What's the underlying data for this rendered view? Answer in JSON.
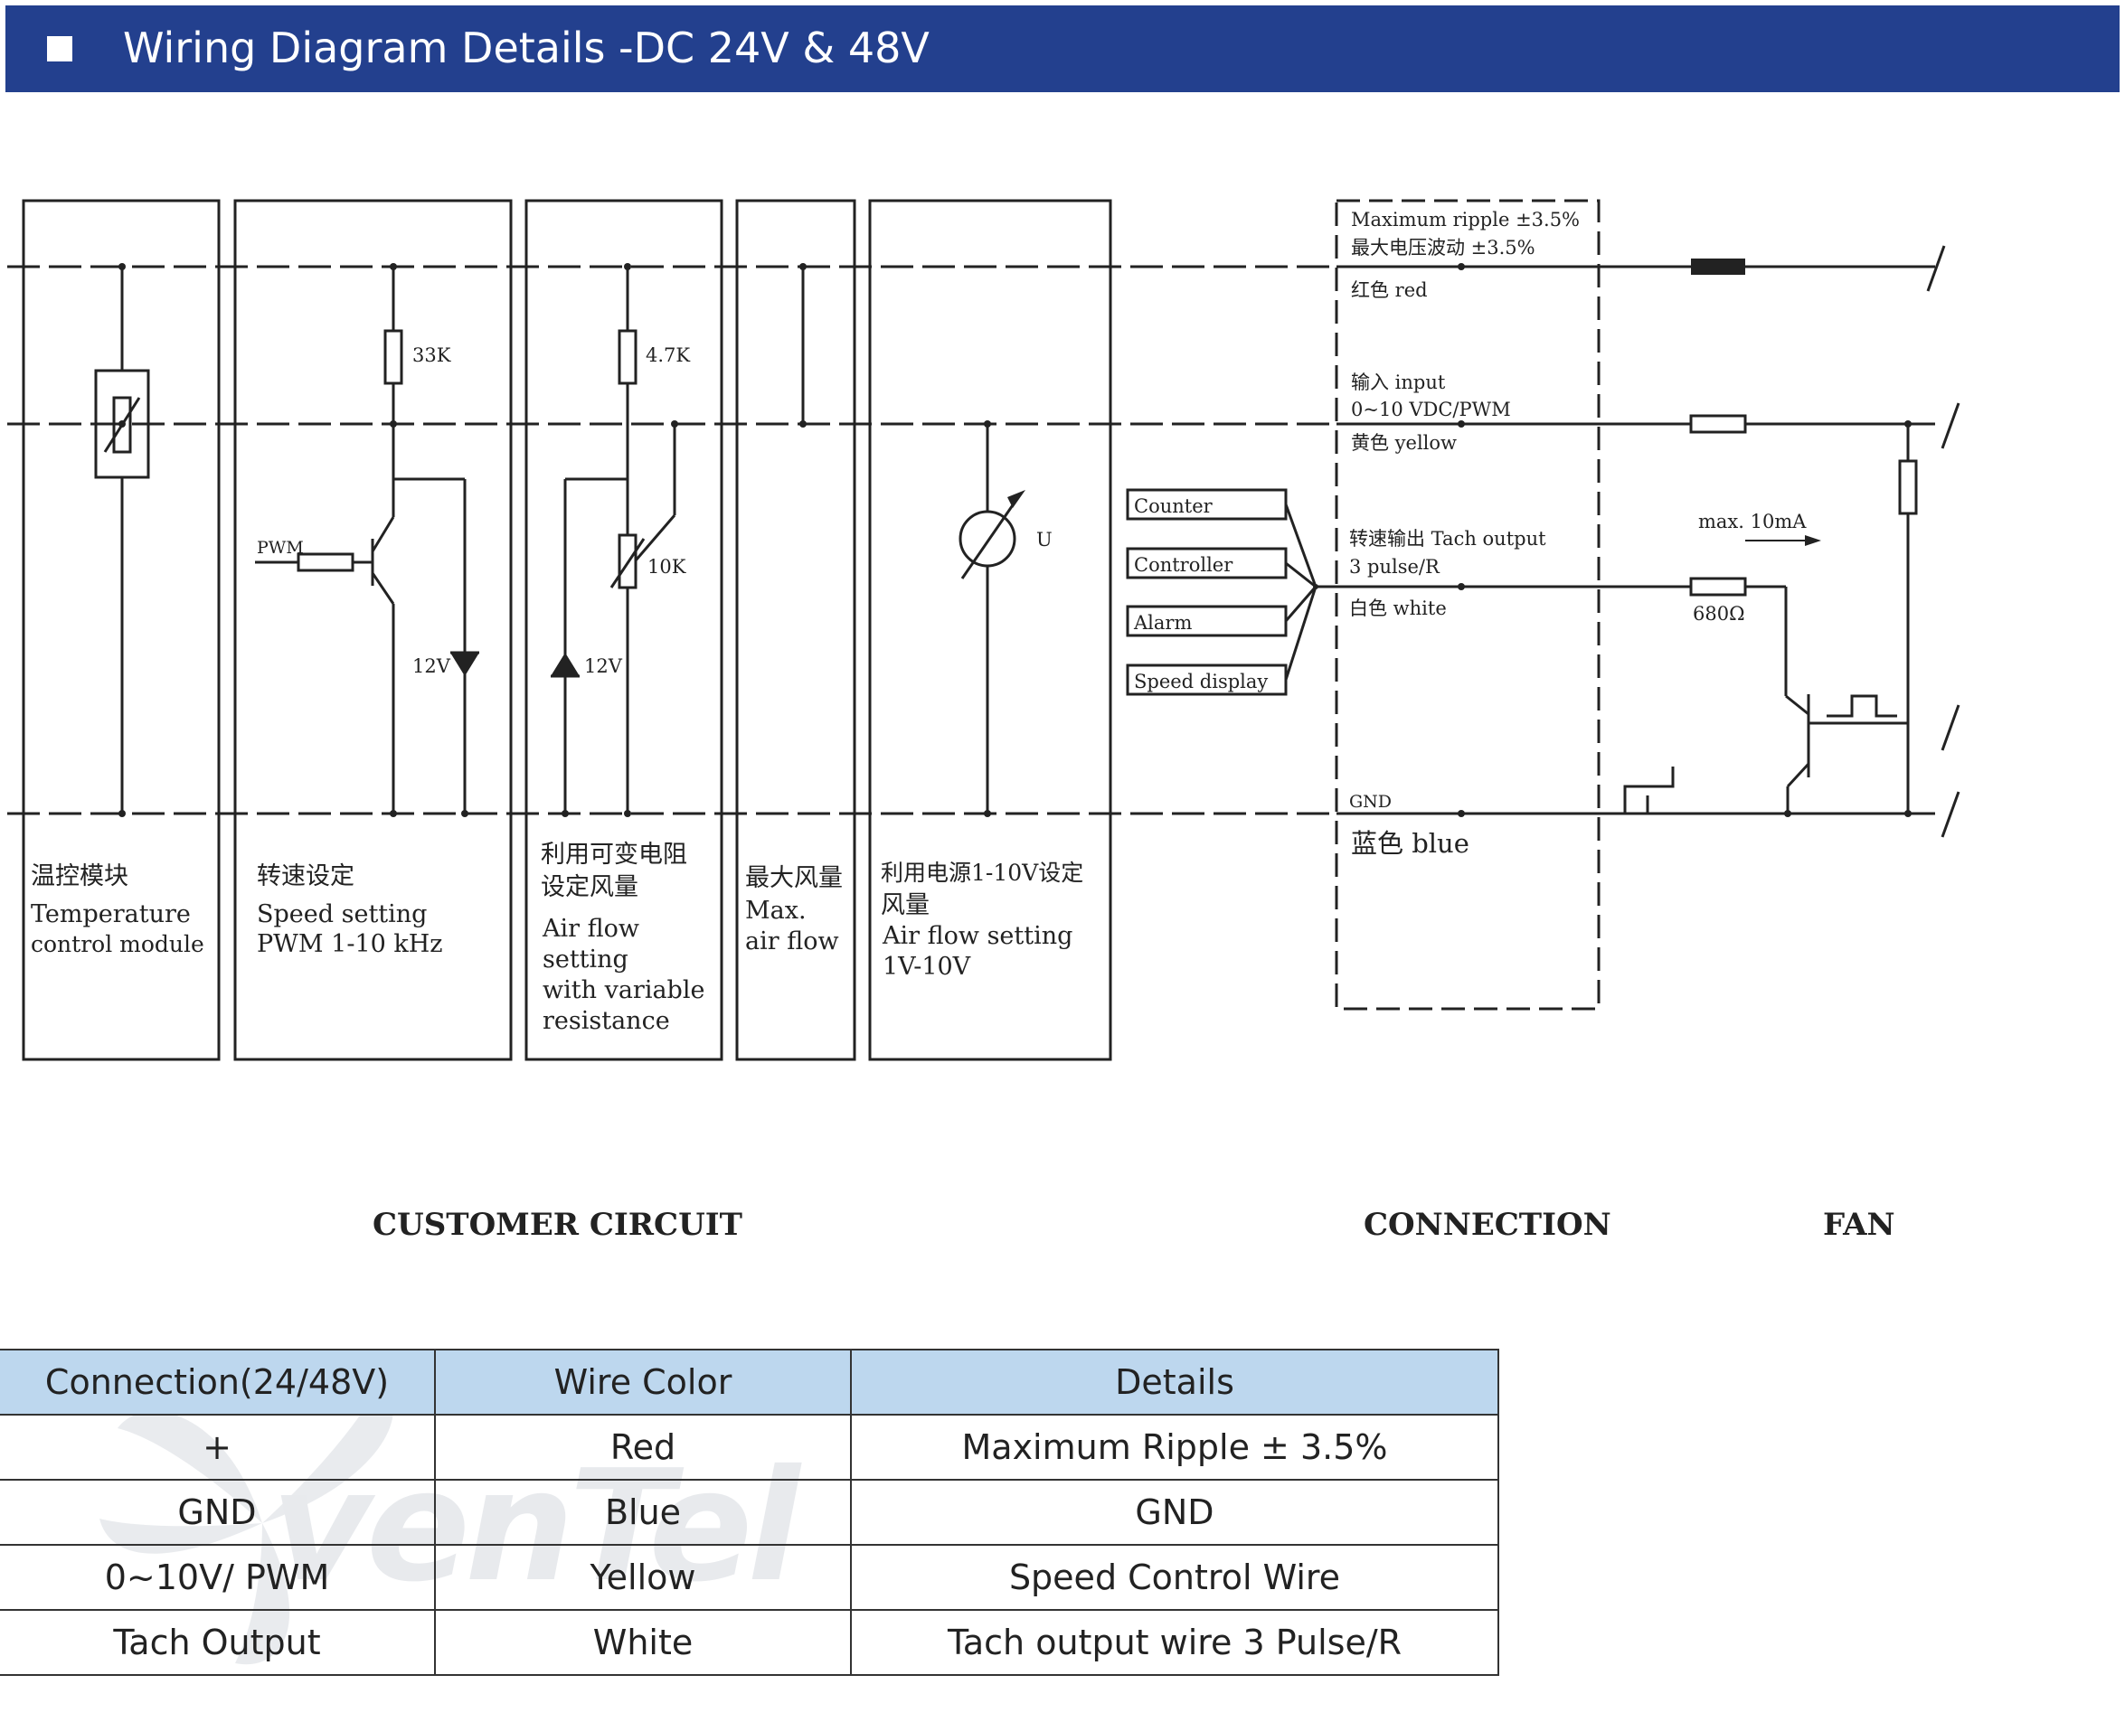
{
  "header": {
    "title": "Wiring Diagram Details",
    "subtitle": "-DC 24V & 48V",
    "color": "#23408e"
  },
  "diagram": {
    "blocks": [
      {
        "cn": "温控模块",
        "en": [
          "Temperature",
          "control module"
        ]
      },
      {
        "cn": "转速设定",
        "en": [
          "Speed setting",
          "PWM 1-10 kHz"
        ]
      },
      {
        "cn": [
          "利用可变电阻",
          "设定风量"
        ],
        "en": [
          "Air flow",
          "setting",
          "with variable",
          "resistance"
        ]
      },
      {
        "cn": "最大风量",
        "en": [
          "Max.",
          "air flow"
        ]
      },
      {
        "cn": [
          "利用电源1-10V设定",
          "风量"
        ],
        "en": [
          "Air flow setting",
          "1V-10V"
        ]
      }
    ],
    "components": {
      "r1": "33K",
      "r2": "4.7K",
      "pot": "10K",
      "pwm": "PWM",
      "z1": "12V",
      "z2": "12V",
      "meter": "U",
      "r_out": "680Ω",
      "max_current": "max. 10mA"
    },
    "devices": [
      "Counter",
      "Controller",
      "Alarm",
      "Speed display"
    ],
    "connection": {
      "red": [
        "Maximum ripple ±3.5%",
        "最大电压波动 ±3.5%",
        "红色   red"
      ],
      "yellow": [
        "输入 input",
        "0~10 VDC/PWM",
        "黄色   yellow"
      ],
      "white": [
        "转速输出 Tach output",
        "3 pulse/R",
        "白色   white"
      ],
      "gnd": "GND",
      "blue": "蓝色 blue"
    },
    "section_labels": {
      "customer": "CUSTOMER CIRCUIT",
      "connection": "CONNECTION",
      "fan": "FAN"
    }
  },
  "watermark": {
    "text": "venTel"
  },
  "table": {
    "headers": [
      "Connection(24/48V)",
      "Wire Color",
      "Details"
    ],
    "rows": [
      [
        "+",
        "Red",
        "Maximum Ripple  ±  3.5%"
      ],
      [
        "GND",
        "Blue",
        "GND"
      ],
      [
        "0~10V/ PWM",
        "Yellow",
        "Speed Control Wire"
      ],
      [
        "Tach Output",
        "White",
        "Tach output wire 3 Pulse/R"
      ]
    ],
    "header_bg": "#bdd7ee"
  }
}
